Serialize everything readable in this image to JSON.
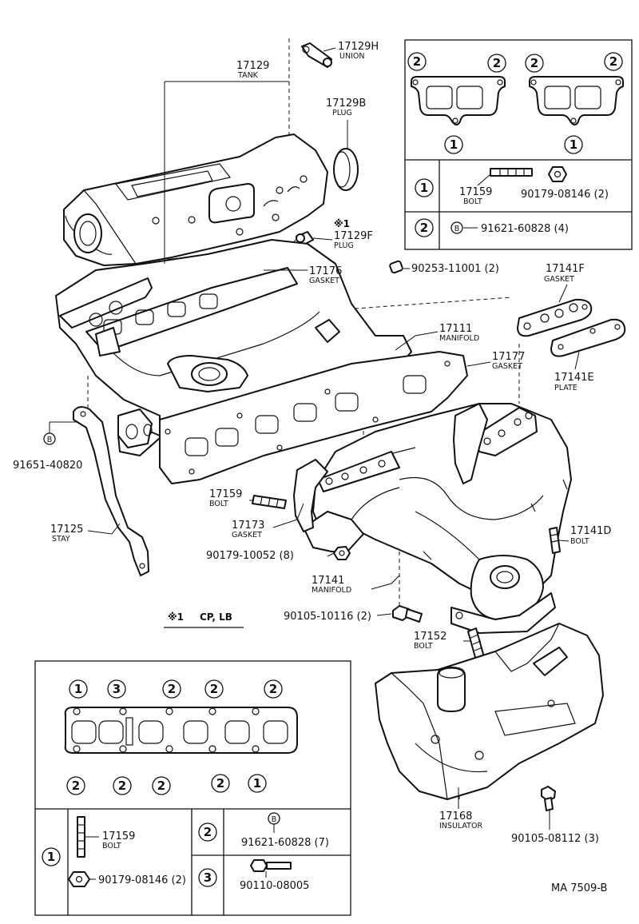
{
  "parts": {
    "p17129h": {
      "num": "17129H",
      "name": "UNION"
    },
    "p17129": {
      "num": "17129",
      "name": "TANK"
    },
    "p17129b": {
      "num": "17129B",
      "name": "PLUG"
    },
    "note1": {
      "mark": "※1"
    },
    "p17129f": {
      "num": "17129F",
      "name": "PLUG"
    },
    "p17176": {
      "num": "17176",
      "name": "GASKET"
    },
    "p90253": {
      "num": "90253-11001 (2)"
    },
    "p17111": {
      "num": "17111",
      "name": "MANIFOLD"
    },
    "p17177": {
      "num": "17177",
      "name": "GASKET"
    },
    "p17141f": {
      "num": "17141F",
      "name": "GASKET"
    },
    "p17141e": {
      "num": "17141E",
      "name": "PLATE"
    },
    "p91651": {
      "num": "91651-40820",
      "badge": "B"
    },
    "p17159": {
      "num": "17159",
      "name": "BOLT"
    },
    "p17173": {
      "num": "17173",
      "name": "GASKET"
    },
    "p17125": {
      "num": "17125",
      "name": "STAY"
    },
    "p90179_10052": {
      "num": "90179-10052 (8)"
    },
    "p17141": {
      "num": "17141",
      "name": "MANIFOLD"
    },
    "p17141d": {
      "num": "17141D",
      "name": "BOLT"
    },
    "p90105_10116": {
      "num": "90105-10116 (2)"
    },
    "p17152": {
      "num": "17152",
      "name": "BOLT"
    },
    "p17168": {
      "num": "17168",
      "name": "INSULATOR"
    },
    "p90105_08112": {
      "num": "90105-08112 (3)"
    }
  },
  "note": {
    "mark": "※1",
    "text": "CP, LB"
  },
  "inset_top": {
    "callouts": [
      "2",
      "2",
      "2",
      "2",
      "1",
      "1"
    ],
    "row1": {
      "idx": "1",
      "num": "17159",
      "name": "BOLT",
      "num2": "90179-08146 (2)"
    },
    "row2": {
      "idx": "2",
      "badge": "B",
      "num": "91621-60828 (4)"
    }
  },
  "inset_bottom": {
    "callouts_top": [
      "1",
      "3",
      "2",
      "2",
      "2"
    ],
    "callouts_bottom": [
      "2",
      "2",
      "2",
      "2",
      "1"
    ],
    "row1": {
      "idx": "1",
      "num": "17159",
      "name": "BOLT",
      "num2": "90179-08146 (2)"
    },
    "row2": {
      "idx": "2",
      "badge": "B",
      "num": "91621-60828 (7)"
    },
    "row3": {
      "idx": "3",
      "num": "90110-08005"
    }
  },
  "footer": {
    "code": "MA  7509-B"
  }
}
